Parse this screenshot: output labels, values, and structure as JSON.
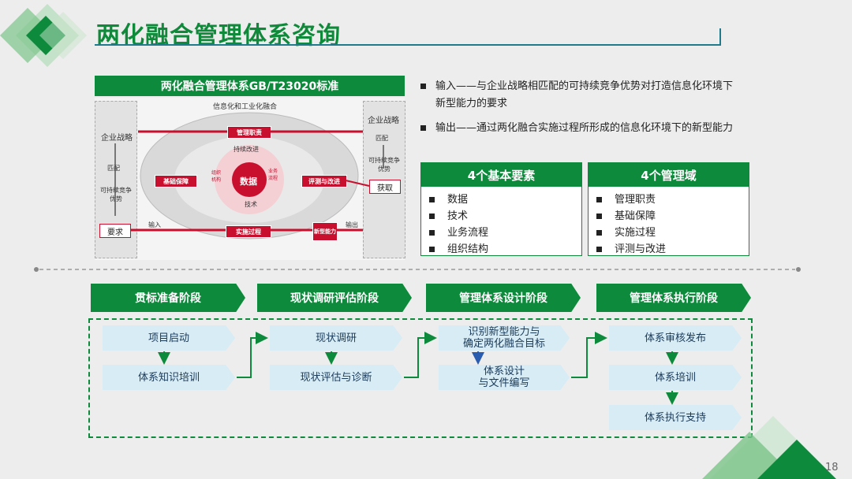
{
  "header": {
    "title": "两化融合管理体系咨询"
  },
  "standard": {
    "title": "两化融合管理体系GB/T23020标准",
    "diagram": {
      "top_label": "信息化和工业化融合",
      "left_strategy": "企业战略",
      "left_match": "匹配",
      "left_advantage": "可持续竞争优势",
      "left_demand": "要求",
      "right_strategy": "企业战略",
      "right_match": "匹配",
      "right_advantage": "可持续竞争优势",
      "right_obtain": "获取",
      "mgmt_duty": "管理职责",
      "basic_guarantee": "基础保障",
      "eval_improve": "评测与改进",
      "implement": "实施过程",
      "new_capability": "新型能力",
      "data": "数据",
      "tech": "技术",
      "org": "组织机构",
      "process": "业务流程",
      "sustain": "持续改进",
      "input": "输入",
      "output": "输出"
    }
  },
  "bullets": [
    {
      "text": "输入——与企业战略相匹配的可持续竞争优势对打造信息化环境下",
      "cont": "新型能力的要求"
    },
    {
      "text": "输出——通过两化融合实施过程所形成的信息化环境下的新型能力"
    }
  ],
  "elements_box": {
    "title": "4个基本要素",
    "items": [
      "数据",
      "技术",
      "业务流程",
      "组织结构"
    ]
  },
  "domains_box": {
    "title": "4个管理域",
    "items": [
      "管理职责",
      "基础保障",
      "实施过程",
      "评测与改进"
    ]
  },
  "phases": [
    {
      "label": "贯标准备阶段",
      "steps": [
        "项目启动",
        "体系知识培训"
      ]
    },
    {
      "label": "现状调研评估阶段",
      "steps": [
        "现状调研",
        "现状评估与诊断"
      ]
    },
    {
      "label": "管理体系设计阶段",
      "steps": [
        "识别新型能力与确定两化融合目标",
        "体系设计与文件编写"
      ]
    },
    {
      "label": "管理体系执行阶段",
      "steps": [
        "体系审核发布",
        "体系培训",
        "体系执行支持"
      ]
    }
  ],
  "step_lines": {
    "p3s1a": "识别新型能力与",
    "p3s1b": "确定两化融合目标",
    "p3s2a": "体系设计",
    "p3s2b": "与文件编写"
  },
  "page_number": "18",
  "colors": {
    "accent": "#0e8a3c",
    "step_bg": "#d7ecf4",
    "red": "#c8102e"
  }
}
